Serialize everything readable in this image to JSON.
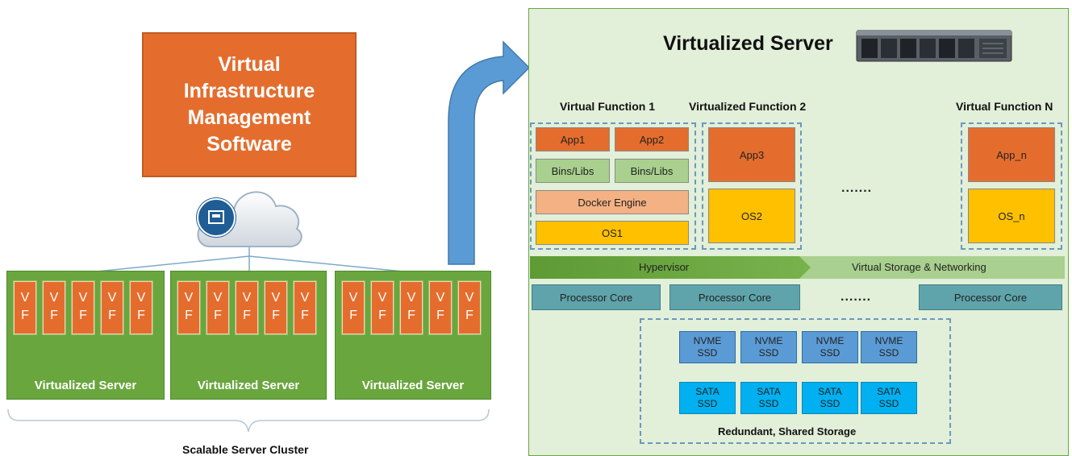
{
  "left": {
    "management_box": "Virtual\nInfrastructure\nManagement\nSoftware",
    "vf_label": "V\nF",
    "servers": [
      {
        "label": "Virtualized Server"
      },
      {
        "label": "Virtualized Server"
      },
      {
        "label": "Virtualized Server"
      }
    ],
    "cluster_label": "Scalable Server Cluster"
  },
  "right": {
    "title": "Virtualized Server",
    "functions": [
      {
        "title": "Virtual Function 1"
      },
      {
        "title": "Virtualized Function 2"
      },
      {
        "title": "Virtual Function N"
      }
    ],
    "vf1": {
      "app1": "App1",
      "app2": "App2",
      "bins1": "Bins/Libs",
      "bins2": "Bins/Libs",
      "docker": "Docker Engine",
      "os": "OS1"
    },
    "vf2": {
      "app": "App3",
      "os": "OS2"
    },
    "vfn": {
      "app": "App_n",
      "os": "OS_n"
    },
    "ellipsis": ".......",
    "hypervisor": "Hypervisor",
    "virtual_storage": "Virtual Storage & Networking",
    "processor_cores": [
      "Processor Core",
      "Processor Core",
      "Processor Core"
    ],
    "core_ellipsis": ".......",
    "nvme": [
      "NVME\nSSD",
      "NVME\nSSD",
      "NVME\nSSD",
      "NVME\nSSD"
    ],
    "sata": [
      "SATA\nSSD",
      "SATA\nSSD",
      "SATA\nSSD",
      "SATA\nSSD"
    ],
    "storage_label": "Redundant, Shared Storage"
  },
  "colors": {
    "orange": "#e46d2e",
    "server_green": "#6aa63e",
    "panel_green": "#e2efd9",
    "hypervisor": "#6aa63e",
    "processor": "#5fa3ab",
    "nvme": "#5b9bd5",
    "sata": "#00b0f0",
    "yellow": "#ffc000",
    "arrow": "#5b9bd5"
  },
  "icons": [
    "ethernet-port-icon",
    "cloud-icon",
    "server-rack-icon",
    "curved-arrow-icon"
  ]
}
